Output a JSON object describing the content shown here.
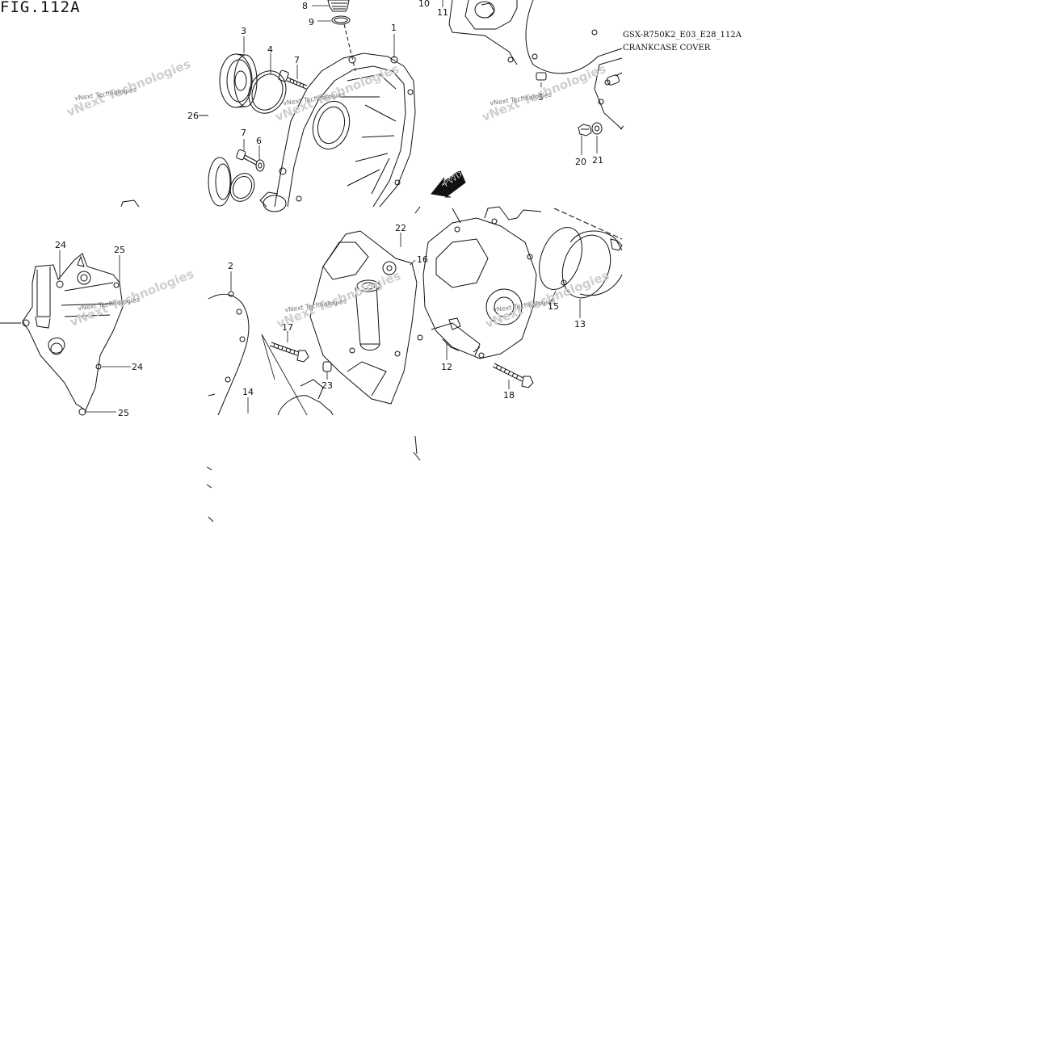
{
  "figure": {
    "title": "FIG.112A",
    "model_code": "GSX-R750K2_E03_E28_112A",
    "section_name": "CRANKCASE COVER"
  },
  "direction_marker": "FWD",
  "watermark": {
    "text": "vNext Technologies",
    "ghost_text": "vNext Technologies"
  },
  "callouts": [
    "8",
    "9",
    "10",
    "11",
    "1",
    "3",
    "4",
    "7",
    "26",
    "7",
    "6",
    "5",
    "20",
    "21",
    "24",
    "25",
    "24",
    "25",
    "22",
    "16",
    "2",
    "17",
    "23",
    "14",
    "12",
    "18",
    "13",
    "15"
  ]
}
